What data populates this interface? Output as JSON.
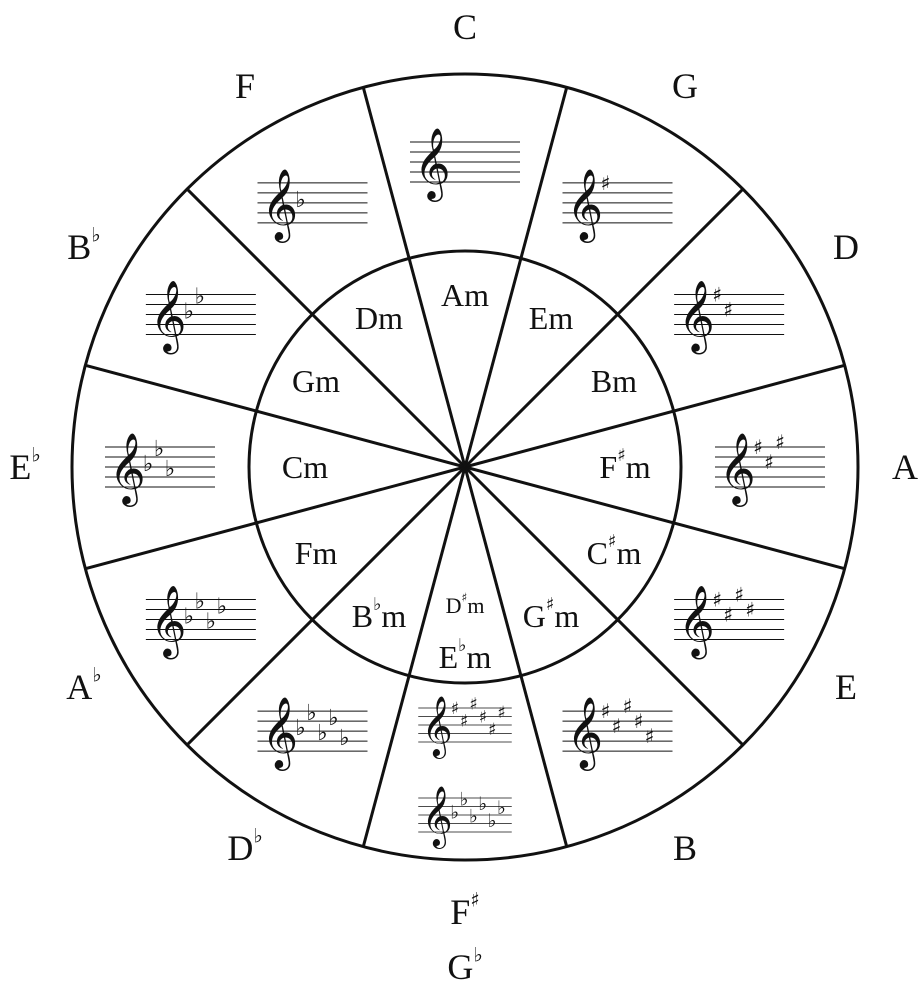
{
  "title": "",
  "major_keys": [
    {
      "root": "C",
      "acc": ""
    },
    {
      "root": "G",
      "acc": ""
    },
    {
      "root": "D",
      "acc": ""
    },
    {
      "root": "A",
      "acc": ""
    },
    {
      "root": "E",
      "acc": ""
    },
    {
      "root": "B",
      "acc": ""
    },
    {
      "root": "F",
      "acc": "♯",
      "alt_root": "G",
      "alt_acc": "♭"
    },
    {
      "root": "D",
      "acc": "♭"
    },
    {
      "root": "A",
      "acc": "♭"
    },
    {
      "root": "E",
      "acc": "♭"
    },
    {
      "root": "B",
      "acc": "♭"
    },
    {
      "root": "F",
      "acc": ""
    }
  ],
  "minor_keys": [
    {
      "root": "A",
      "acc": "",
      "suffix": "m"
    },
    {
      "root": "E",
      "acc": "",
      "suffix": "m"
    },
    {
      "root": "B",
      "acc": "",
      "suffix": "m"
    },
    {
      "root": "F",
      "acc": "♯",
      "suffix": "m"
    },
    {
      "root": "C",
      "acc": "♯",
      "suffix": "m"
    },
    {
      "root": "G",
      "acc": "♯",
      "suffix": "m"
    },
    {
      "root": "D",
      "acc": "♯",
      "suffix": "m",
      "alt_root": "E",
      "alt_acc": "♭"
    },
    {
      "root": "B",
      "acc": "♭",
      "suffix": "m"
    },
    {
      "root": "F",
      "acc": "",
      "suffix": "m"
    },
    {
      "root": "C",
      "acc": "",
      "suffix": "m"
    },
    {
      "root": "G",
      "acc": "",
      "suffix": "m"
    },
    {
      "root": "D",
      "acc": "",
      "suffix": "m"
    }
  ],
  "key_signatures": [
    {
      "type": "none",
      "count": 0
    },
    {
      "type": "sharp",
      "count": 1
    },
    {
      "type": "sharp",
      "count": 2
    },
    {
      "type": "sharp",
      "count": 3
    },
    {
      "type": "sharp",
      "count": 4
    },
    {
      "type": "sharp",
      "count": 5
    },
    {
      "type": "both",
      "sharp_count": 6,
      "flat_count": 6
    },
    {
      "type": "flat",
      "count": 5
    },
    {
      "type": "flat",
      "count": 4
    },
    {
      "type": "flat",
      "count": 3
    },
    {
      "type": "flat",
      "count": 2
    },
    {
      "type": "flat",
      "count": 1
    }
  ],
  "symbols": {
    "clef": "𝄞",
    "sharp": "♯",
    "flat": "♭"
  }
}
